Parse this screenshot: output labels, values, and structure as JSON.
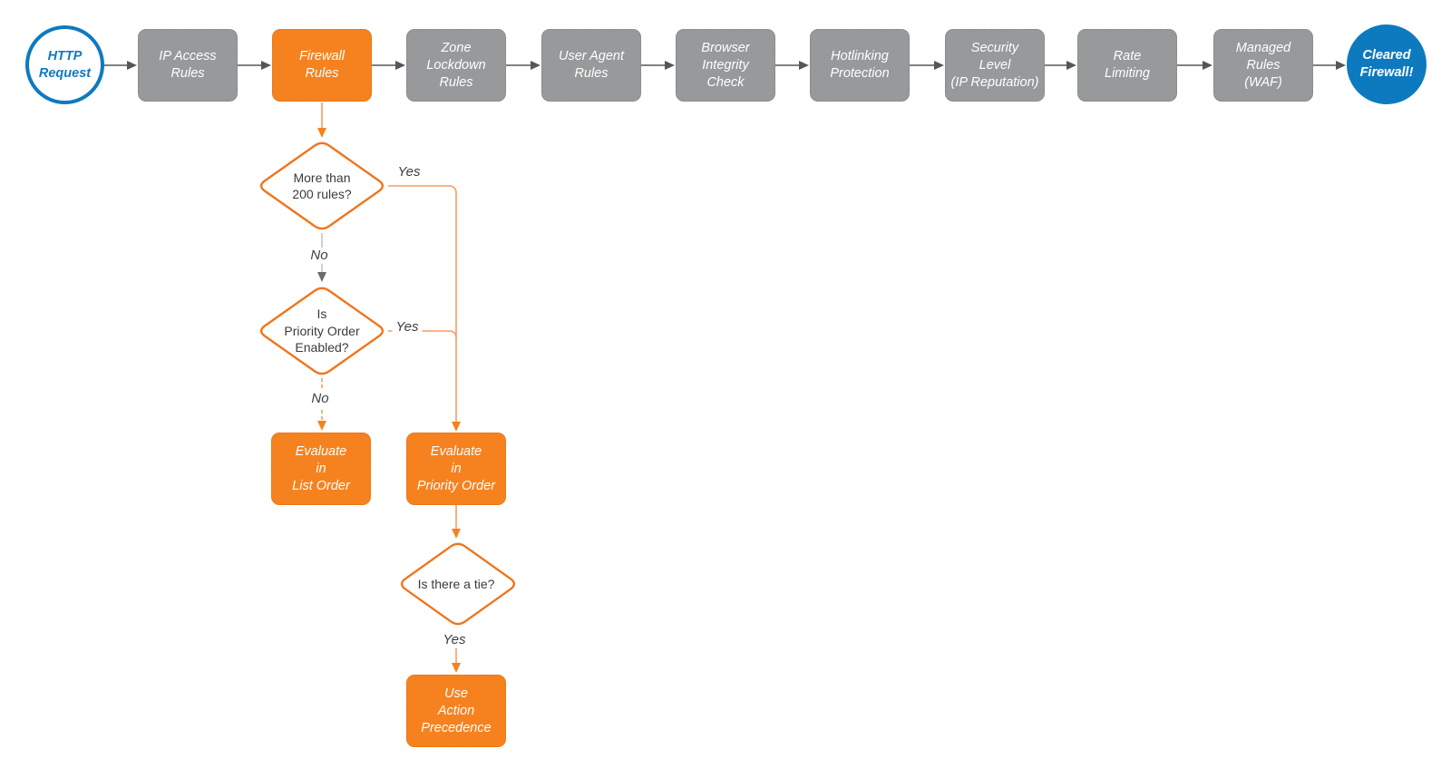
{
  "diagram": {
    "title": "HTTP request firewall evaluation flowchart",
    "start": {
      "label": "HTTP\nRequest"
    },
    "end": {
      "label": "Cleared\nFirewall!"
    },
    "stages": [
      {
        "label": "IP Access\nRules",
        "variant": "gray"
      },
      {
        "label": "Firewall\nRules",
        "variant": "orange"
      },
      {
        "label": "Zone\nLockdown\nRules",
        "variant": "gray"
      },
      {
        "label": "User Agent\nRules",
        "variant": "gray"
      },
      {
        "label": "Browser\nIntegrity\nCheck",
        "variant": "gray"
      },
      {
        "label": "Hotlinking\nProtection",
        "variant": "gray"
      },
      {
        "label": "Security\nLevel\n(IP Reputation)",
        "variant": "gray"
      },
      {
        "label": "Rate\nLimiting",
        "variant": "gray"
      },
      {
        "label": "Managed\nRules\n(WAF)",
        "variant": "gray"
      }
    ],
    "decisions": [
      {
        "question": "More than\n200 rules?"
      },
      {
        "question": "Is\nPriority Order\nEnabled?"
      },
      {
        "question": "Is there a tie?"
      }
    ],
    "actions": [
      {
        "label": "Evaluate\nin\nList Order"
      },
      {
        "label": "Evaluate\nin\nPriority Order"
      },
      {
        "label": "Use\nAction\nPrecedence"
      }
    ],
    "edge_labels": {
      "d1_yes": "Yes",
      "d1_no": "No",
      "d2_yes": "Yes",
      "d2_no": "No",
      "d3_yes": "Yes"
    },
    "colors": {
      "node_orange": "#F6821F",
      "node_gray": "#97999B",
      "node_blue": "#0E7ABF",
      "diamond_stroke": "#F0751C",
      "connector_orange": "#F89B63",
      "connector_dark": "#55565A",
      "connector_gray": "#B9BBBD"
    }
  }
}
